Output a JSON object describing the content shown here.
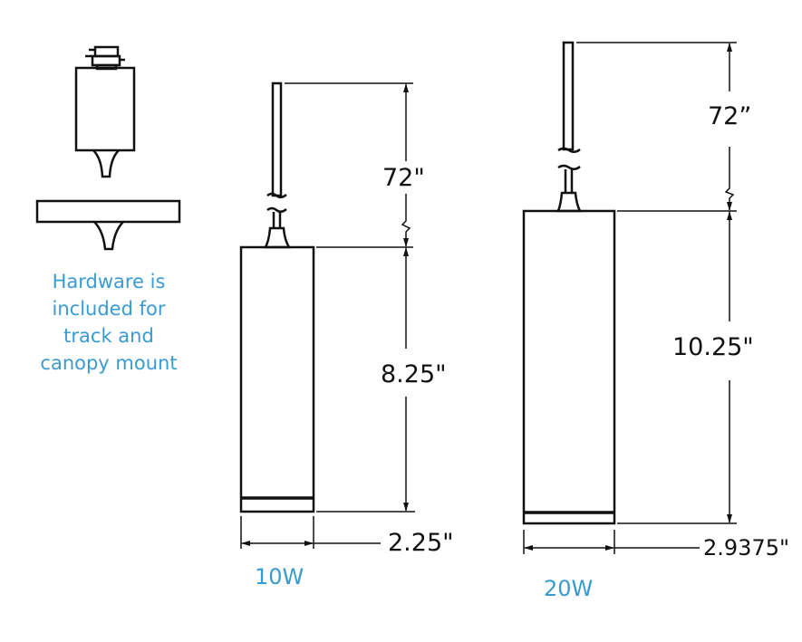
{
  "hardware_note": {
    "lines": [
      "Hardware is",
      "included for",
      "track and",
      "canopy mount"
    ],
    "color": "#3a9bd0"
  },
  "fixtures": [
    {
      "label": "10W",
      "cord_length": "72\"",
      "body_height": "8.25\"",
      "diameter": "2.25\""
    },
    {
      "label": "20W",
      "cord_length": "72”",
      "body_height": "10.25\"",
      "diameter": "2.9375\""
    }
  ]
}
